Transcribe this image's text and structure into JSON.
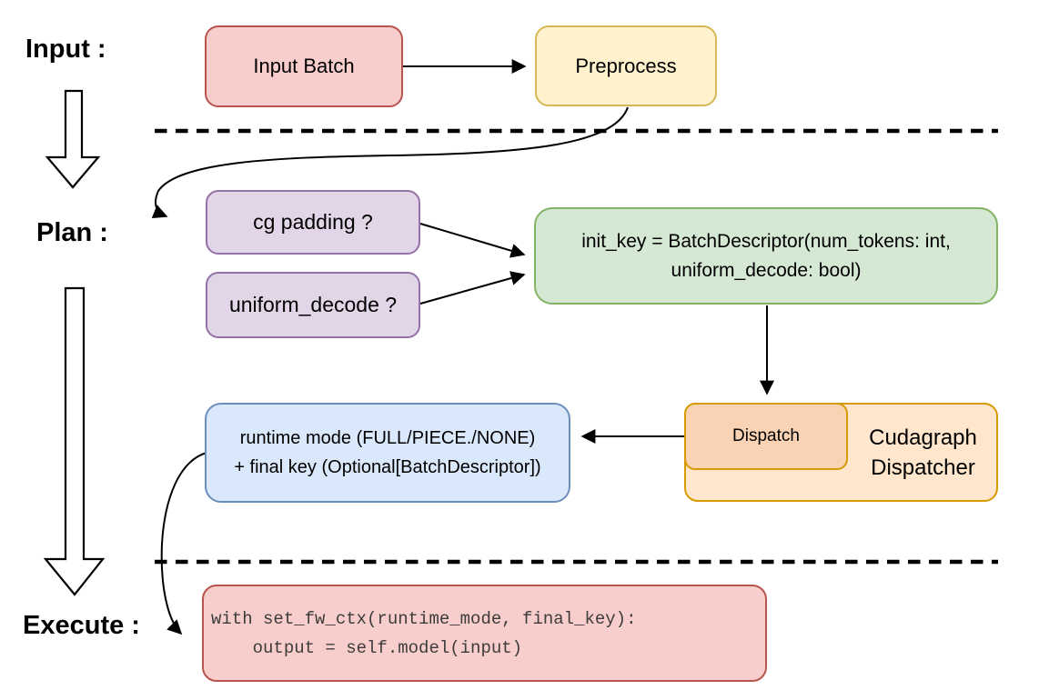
{
  "stage_labels": {
    "input": "Input :",
    "plan": "Plan :",
    "execute": "Execute :"
  },
  "nodes": {
    "input_batch": {
      "label": "Input Batch"
    },
    "preprocess": {
      "label": "Preprocess"
    },
    "cg_padding": {
      "label": "cg padding ?"
    },
    "uniform_decode": {
      "label": "uniform_decode ?"
    },
    "init_key": {
      "line1": "init_key = BatchDescriptor(num_tokens: int,",
      "line2": "uniform_decode: bool)"
    },
    "runtime_mode": {
      "line1": "runtime mode (FULL/PIECE./NONE)",
      "line2": "+ final key (Optional[BatchDescriptor])"
    },
    "dispatch": {
      "label": "Dispatch"
    },
    "cudagraph_dispatcher": {
      "line1": "Cudagraph",
      "line2": "Dispatcher"
    },
    "execute_code": {
      "line1": "with set_fw_ctx(runtime_mode, final_key):",
      "line2": "    output = self.model(input)"
    }
  },
  "colors": {
    "red-fill": "#F8CECC",
    "red-stroke": "#B85450",
    "yellow-fill": "#FFF2CC",
    "yellow-stroke": "#D6B656",
    "purple-fill": "#E1D5E7",
    "purple-stroke": "#9673A6",
    "green-fill": "#D5E8D4",
    "green-stroke": "#82B366",
    "blue-fill": "#DAE8FC",
    "blue-stroke": "#6C8EBF",
    "orange-fill": "#FFE6CC",
    "orange-stroke": "#D79B00",
    "orange-inner-fill": "#FAD2B4",
    "connector": "#000000",
    "code-text": "#3C3C3C"
  }
}
